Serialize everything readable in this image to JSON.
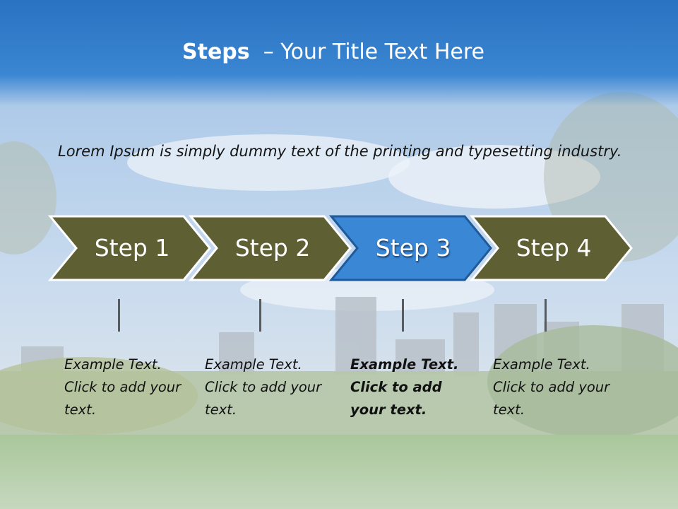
{
  "slide": {
    "title_bold": "Steps",
    "title_rest": "  – Your Title Text Here",
    "intro": "Lorem Ipsum is simply dummy text of the printing and typesetting industry."
  },
  "colors": {
    "chevron_default": "#5f5f34",
    "chevron_active": "#3a87d6",
    "header": "#2a72c2"
  },
  "steps": [
    {
      "label": "Step 1",
      "text": "Example Text. Click  to add your text.",
      "active": false
    },
    {
      "label": "Step 2",
      "text": "Example Text. Click  to add your text.",
      "active": false
    },
    {
      "label": "Step 3",
      "text": "Example Text. Click  to add your text.",
      "active": true
    },
    {
      "label": "Step 4",
      "text": "Example Text. Click  to add your text.",
      "active": false
    }
  ]
}
